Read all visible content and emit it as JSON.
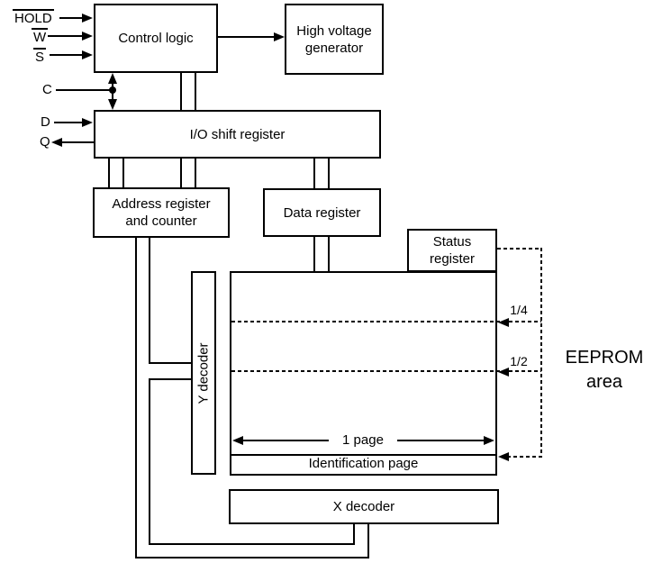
{
  "signals": {
    "hold": "HOLD",
    "w": "W",
    "s": "S",
    "c": "C",
    "d": "D",
    "q": "Q"
  },
  "blocks": {
    "control_logic": "Control logic",
    "hv_generator_line1": "High voltage",
    "hv_generator_line2": "generator",
    "io_shift_register": "I/O shift register",
    "address_register_line1": "Address register",
    "address_register_line2": "and counter",
    "data_register": "Data register",
    "status_register_line1": "Status",
    "status_register_line2": "register",
    "y_decoder": "Y decoder",
    "x_decoder": "X decoder",
    "identification_page": "Identification page"
  },
  "annotations": {
    "quarter_marker": "1/4",
    "half_marker": "1/2",
    "page_width": "1 page",
    "eeprom_area_line1": "EEPROM",
    "eeprom_area_line2": "area"
  },
  "colors": {
    "line": "#000000",
    "background": "#ffffff"
  }
}
